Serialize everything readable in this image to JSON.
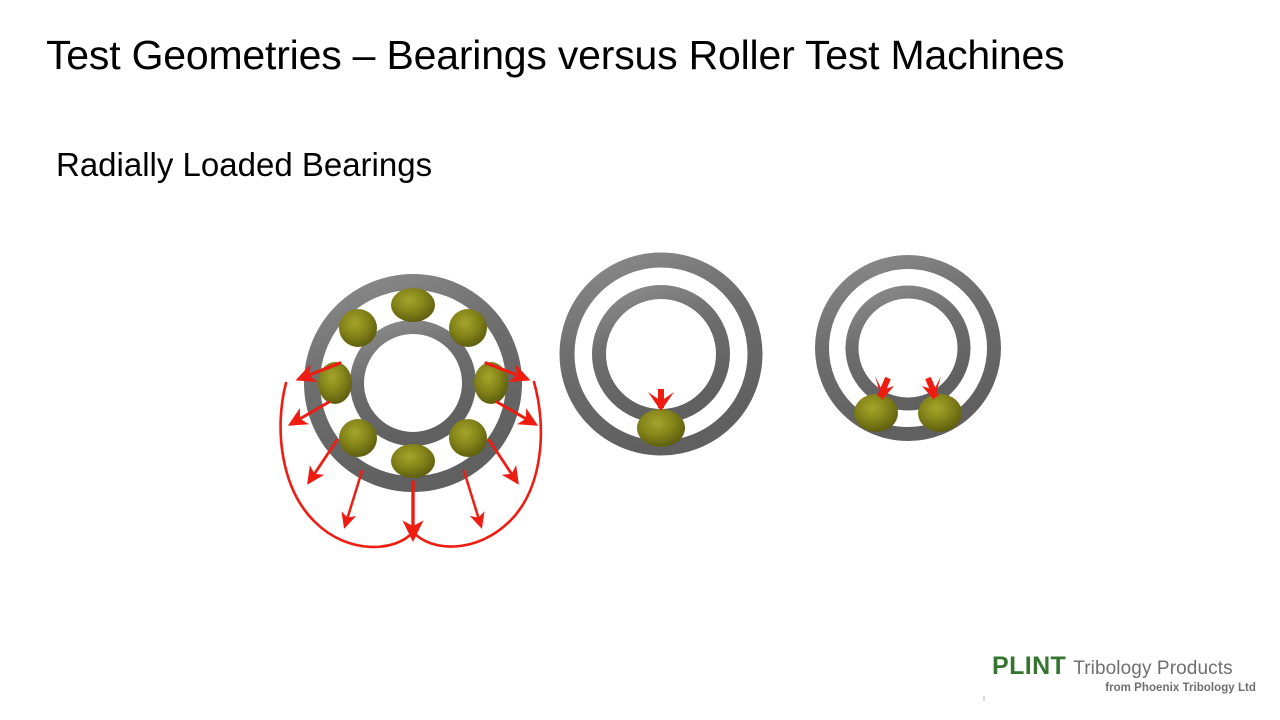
{
  "slide": {
    "title": "Test Geometries – Bearings versus Roller Test Machines",
    "subtitle": "Radially Loaded Bearings",
    "background_color": "#FFFFFF",
    "title_color": "#000000"
  },
  "colors": {
    "ring_gray": "#6E6E6E",
    "ring_gray_light": "#8A8A8A",
    "ball_olive": "#7E7E14",
    "ball_olive_light": "#9C9C26",
    "ball_olive_dark": "#5E5E10",
    "load_red": "#EE1C11",
    "logo_green": "#34762F",
    "logo_gray": "#6F6F6F"
  },
  "figures": [
    {
      "id": "radial-load",
      "name": "radially-loaded-bearing-with-load-distribution",
      "description": "Deep groove ball bearing with eight balls and red radial load distribution arrows forming a lobed envelope over the lower half",
      "ball_count": 8,
      "ball_angles_deg": [
        90,
        135,
        180,
        225,
        270,
        315,
        0,
        45
      ],
      "arrow_count": 9,
      "arrow_angles_deg": [
        185,
        205,
        225,
        245,
        265,
        285,
        305,
        325,
        355
      ],
      "arrow_color": "#EE1C11",
      "envelope": "cardioid-like load distribution arc, maximum at bottom (270 deg)"
    },
    {
      "id": "single-ball",
      "name": "single-ball-contact-bearing",
      "description": "Bearing rings with one loaded ball at bottom dead centre and a single downward red load arrow",
      "ball_count": 1,
      "ball_angles_deg": [
        270
      ],
      "arrow_count": 1,
      "arrow_angles_deg": [
        270
      ],
      "arrow_color": "#EE1C11"
    },
    {
      "id": "double-ball",
      "name": "two-ball-contact-bearing",
      "description": "Bearing rings with two loaded balls straddling bottom dead centre and two splayed red load arrows",
      "ball_count": 2,
      "ball_angles_deg": [
        255,
        285
      ],
      "arrow_count": 2,
      "arrow_angles_deg": [
        255,
        285
      ],
      "arrow_color": "#EE1C11"
    }
  ],
  "logo": {
    "brand": "PLINT",
    "tagline": "Tribology Products",
    "subline": "from Phoenix Tribology Ltd"
  }
}
